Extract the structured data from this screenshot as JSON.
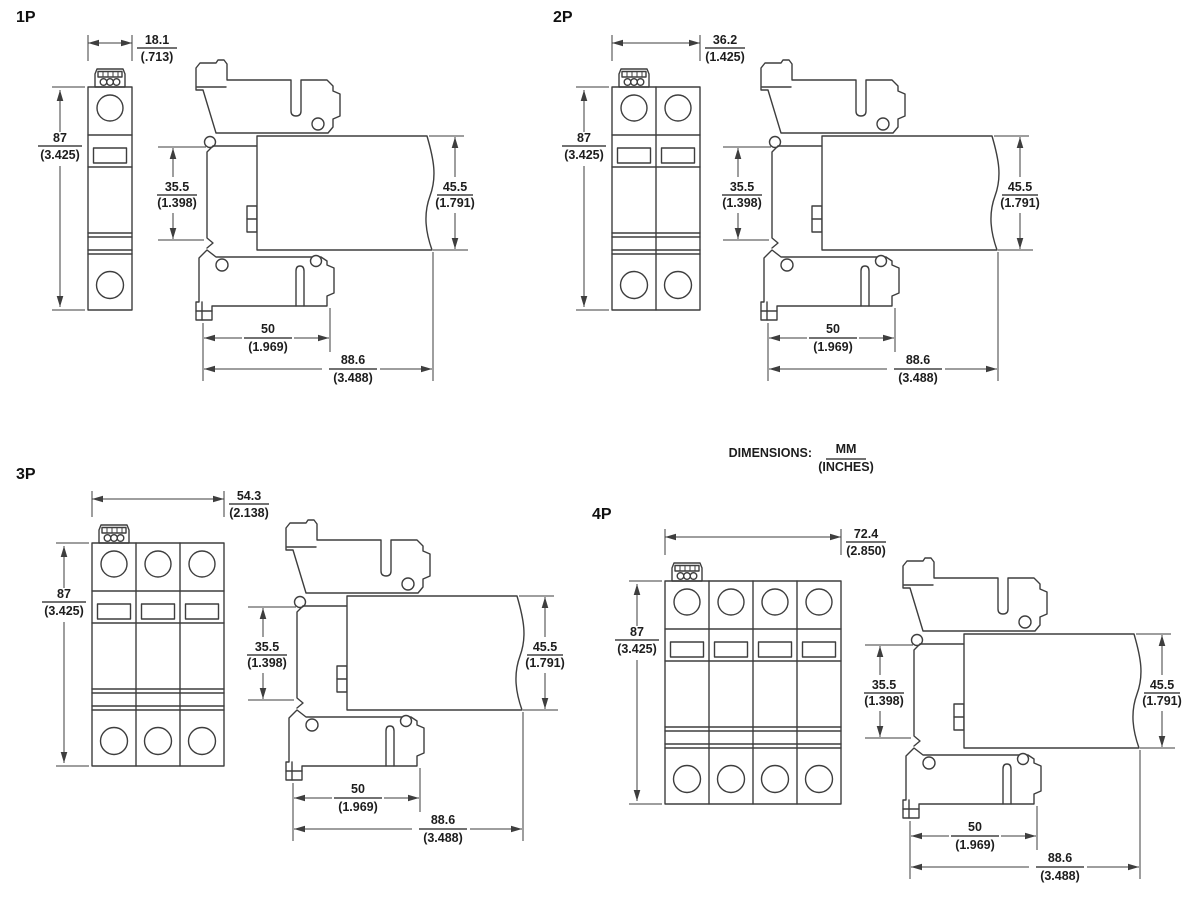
{
  "note": {
    "label": "DIMENSIONS:",
    "mm": "MM",
    "inches": "(INCHES)"
  },
  "sections": [
    {
      "label": "1P",
      "width_mm": "18.1",
      "width_in": "(.713)",
      "height_mm": "87",
      "height_in": "(3.425)",
      "rail_height_mm": "35.5",
      "rail_height_in": "(1.398)",
      "body_height_mm": "45.5",
      "body_height_in": "(1.791)",
      "rail_depth_mm": "50",
      "rail_depth_in": "(1.969)",
      "overall_depth_mm": "88.6",
      "overall_depth_in": "(3.488)"
    },
    {
      "label": "2P",
      "width_mm": "36.2",
      "width_in": "(1.425)",
      "height_mm": "87",
      "height_in": "(3.425)",
      "rail_height_mm": "35.5",
      "rail_height_in": "(1.398)",
      "body_height_mm": "45.5",
      "body_height_in": "(1.791)",
      "rail_depth_mm": "50",
      "rail_depth_in": "(1.969)",
      "overall_depth_mm": "88.6",
      "overall_depth_in": "(3.488)"
    },
    {
      "label": "3P",
      "width_mm": "54.3",
      "width_in": "(2.138)",
      "height_mm": "87",
      "height_in": "(3.425)",
      "rail_height_mm": "35.5",
      "rail_height_in": "(1.398)",
      "body_height_mm": "45.5",
      "body_height_in": "(1.791)",
      "rail_depth_mm": "50",
      "rail_depth_in": "(1.969)",
      "overall_depth_mm": "88.6",
      "overall_depth_in": "(3.488)"
    },
    {
      "label": "4P",
      "width_mm": "72.4",
      "width_in": "(2.850)",
      "height_mm": "87",
      "height_in": "(3.425)",
      "rail_height_mm": "35.5",
      "rail_height_in": "(1.398)",
      "body_height_mm": "45.5",
      "body_height_in": "(1.791)",
      "rail_depth_mm": "50",
      "rail_depth_in": "(1.969)",
      "overall_depth_mm": "88.6",
      "overall_depth_in": "(3.488)"
    }
  ]
}
